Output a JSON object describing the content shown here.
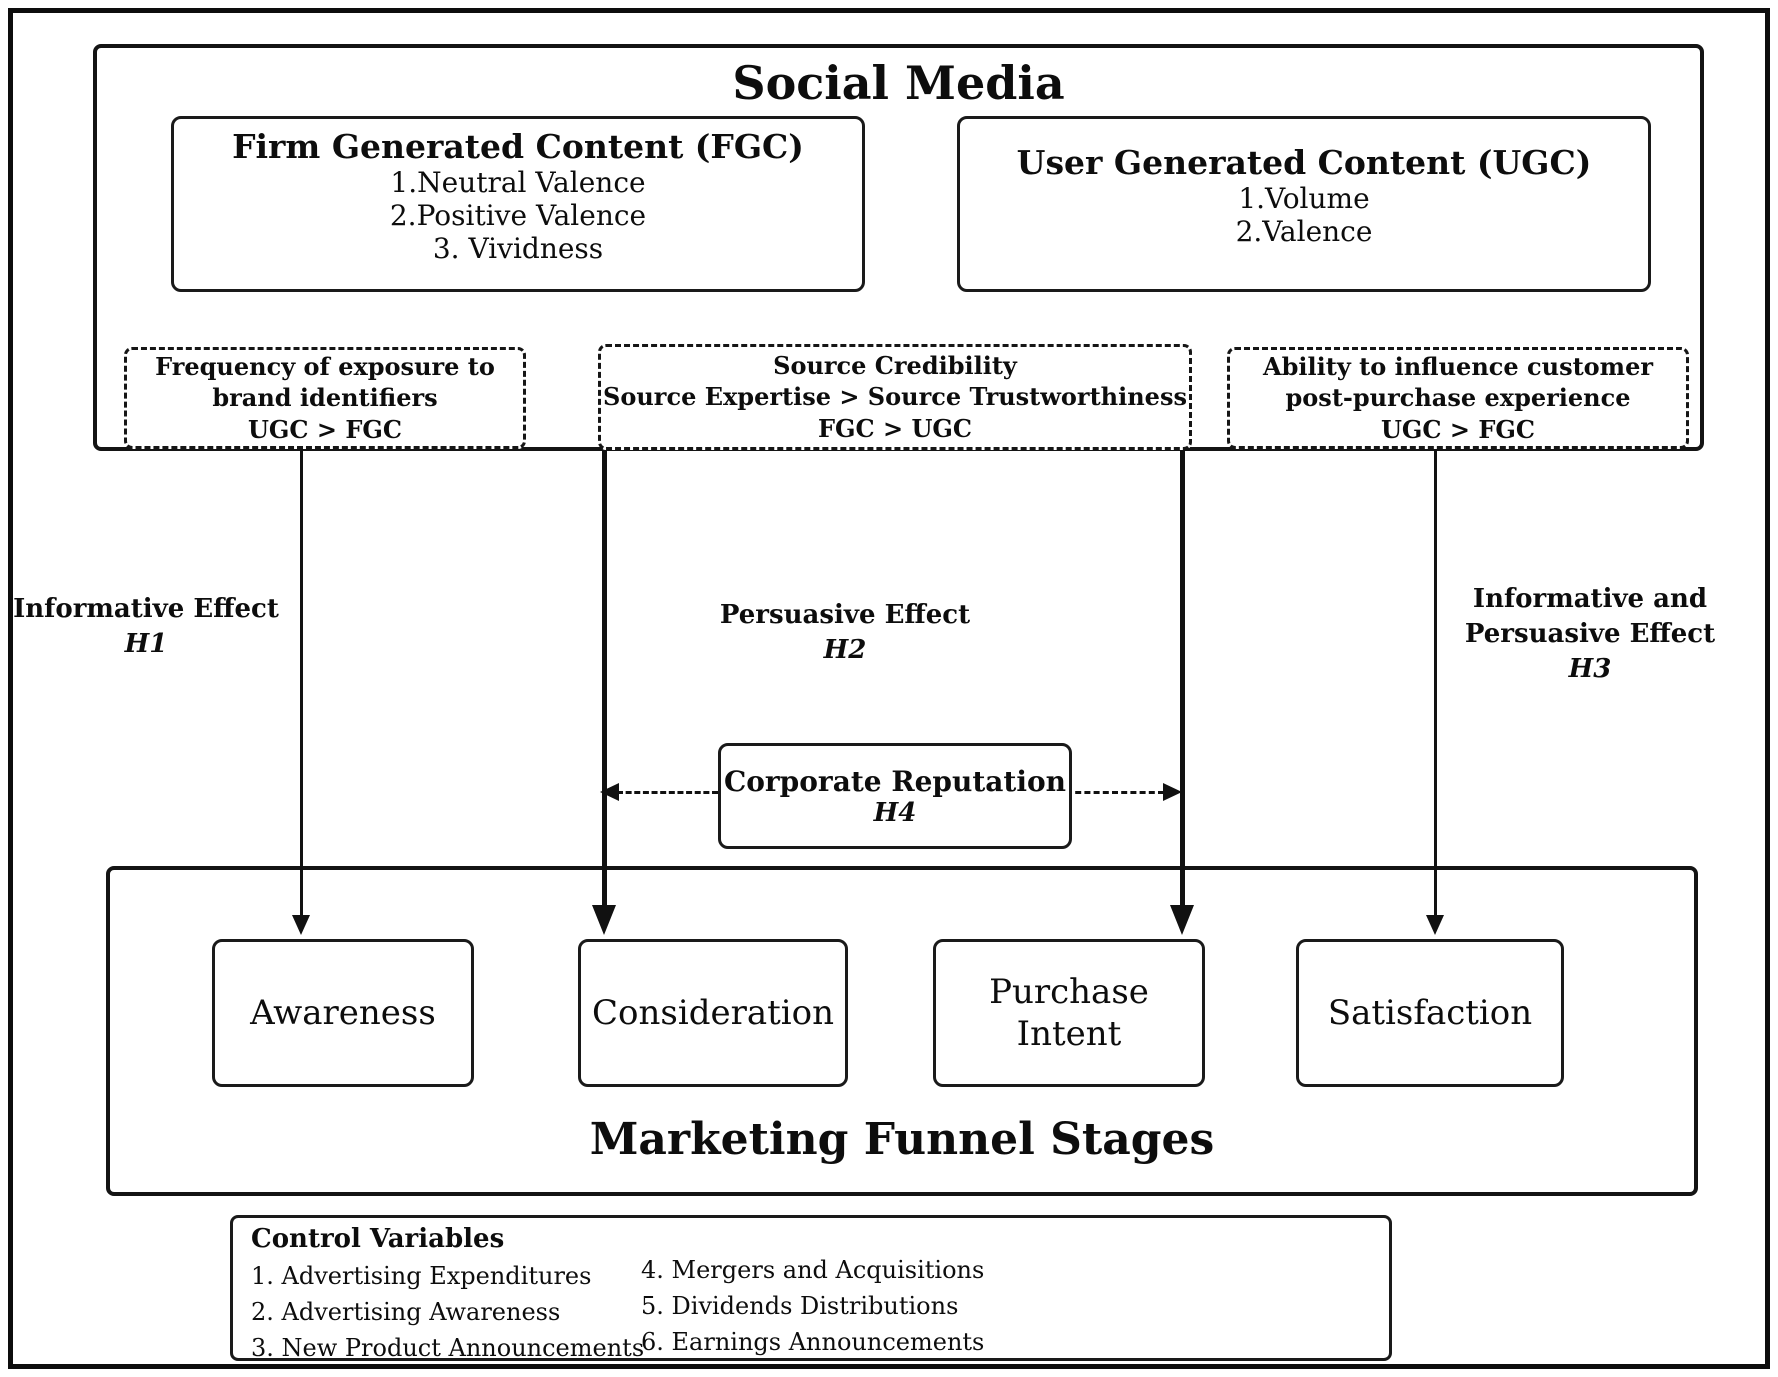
{
  "social_media": {
    "title": "Social Media",
    "fgc": {
      "title": "Firm Generated Content (FGC)",
      "items": [
        "1.Neutral Valence",
        "2.Positive Valence",
        "3. Vividness"
      ]
    },
    "ugc": {
      "title": "User Generated Content (UGC)",
      "items": [
        "1.Volume",
        "2.Valence"
      ]
    }
  },
  "moderators": [
    {
      "lines": [
        "Frequency of exposure to",
        "brand identifiers",
        "UGC > FGC"
      ]
    },
    {
      "lines": [
        "Source Credibility",
        "Source Expertise > Source Trustworthiness",
        "FGC > UGC"
      ]
    },
    {
      "lines": [
        "Ability to influence customer",
        "post-purchase experience",
        "UGC > FGC"
      ]
    }
  ],
  "effects": [
    {
      "lines": [
        "Informative Effect"
      ],
      "hypothesis": "H1"
    },
    {
      "lines": [
        "Persuasive Effect"
      ],
      "hypothesis": "H2"
    },
    {
      "lines": [
        "Informative and",
        "Persuasive Effect"
      ],
      "hypothesis": "H3"
    }
  ],
  "corporate_reputation": {
    "title": "Corporate Reputation",
    "hypothesis": "H4"
  },
  "funnel": {
    "title": "Marketing Funnel Stages",
    "stages": [
      "Awareness",
      "Consideration",
      "Purchase Intent",
      "Satisfaction"
    ]
  },
  "control_variables": {
    "title": "Control Variables",
    "column1": [
      "1. Advertising Expenditures",
      "2. Advertising Awareness",
      "3. New Product Announcements"
    ],
    "column2": [
      "4. Mergers and Acquisitions",
      "5. Dividends Distributions",
      "6. Earnings Announcements"
    ]
  },
  "colors": {
    "ink": "#111111",
    "background": "#ffffff"
  }
}
